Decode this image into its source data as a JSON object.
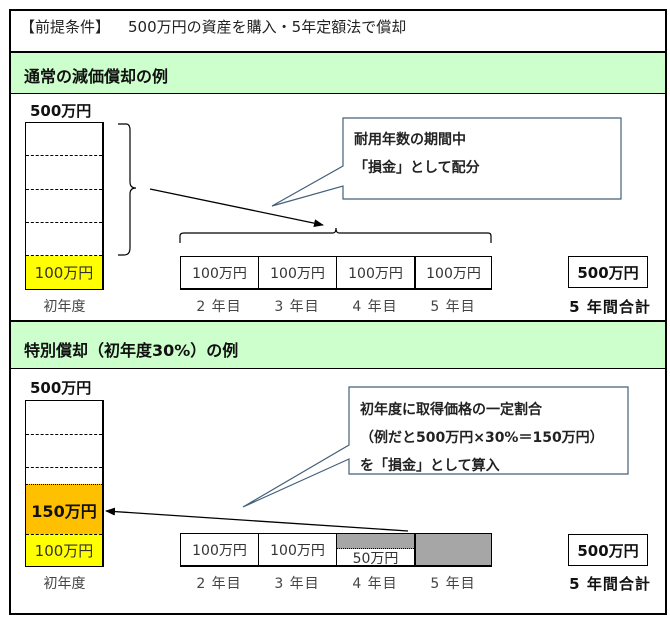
{
  "premise": {
    "label": "【前提条件】",
    "text": "500万円の資産を購入・5年定額法で償却"
  },
  "sections": [
    {
      "title": "通常の減価償却の例",
      "bar_top_label": "500万円",
      "first_year": {
        "caption": "初年度",
        "segments": [
          {
            "label": "100万円",
            "amount_man_yen": 100,
            "color": "#ffff00"
          }
        ]
      },
      "callout": {
        "lines": [
          "耐用年数の期間中",
          "「損金」として配分"
        ]
      },
      "years": [
        {
          "caption": "2 年目",
          "label": "100万円",
          "amount_man_yen": 100,
          "state": "white"
        },
        {
          "caption": "3 年目",
          "label": "100万円",
          "amount_man_yen": 100,
          "state": "white"
        },
        {
          "caption": "4 年目",
          "label": "100万円",
          "amount_man_yen": 100,
          "state": "white"
        },
        {
          "caption": "5 年目",
          "label": "100万円",
          "amount_man_yen": 100,
          "state": "white"
        }
      ],
      "total": {
        "label": "500万円",
        "caption": "5 年間合計"
      }
    },
    {
      "title": "特別償却（初年度30%）の例",
      "bar_top_label": "500万円",
      "first_year": {
        "caption": "初年度",
        "segments": [
          {
            "label": "150万円",
            "amount_man_yen": 150,
            "color": "#ffc000"
          },
          {
            "label": "100万円",
            "amount_man_yen": 100,
            "color": "#ffff00"
          }
        ]
      },
      "callout": {
        "lines": [
          "初年度に取得価格の一定割合",
          "（例だと500万円×30%＝150万円）",
          "を「損金」として算入"
        ]
      },
      "years": [
        {
          "caption": "2 年目",
          "label": "100万円",
          "amount_man_yen": 100,
          "state": "white"
        },
        {
          "caption": "3 年目",
          "label": "100万円",
          "amount_man_yen": 100,
          "state": "white"
        },
        {
          "caption": "4 年目",
          "label": "50万円",
          "amount_man_yen": 50,
          "state": "split"
        },
        {
          "caption": "5 年目",
          "label": "",
          "amount_man_yen": 0,
          "state": "gray"
        }
      ],
      "total": {
        "label": "500万円",
        "caption": "5 年間合計"
      }
    }
  ],
  "colors": {
    "section_header_bg": "#ccffcc",
    "yellow": "#ffff00",
    "orange": "#ffc000",
    "moved_gray": "#a6a6a6",
    "callout_border": "#44607a"
  }
}
